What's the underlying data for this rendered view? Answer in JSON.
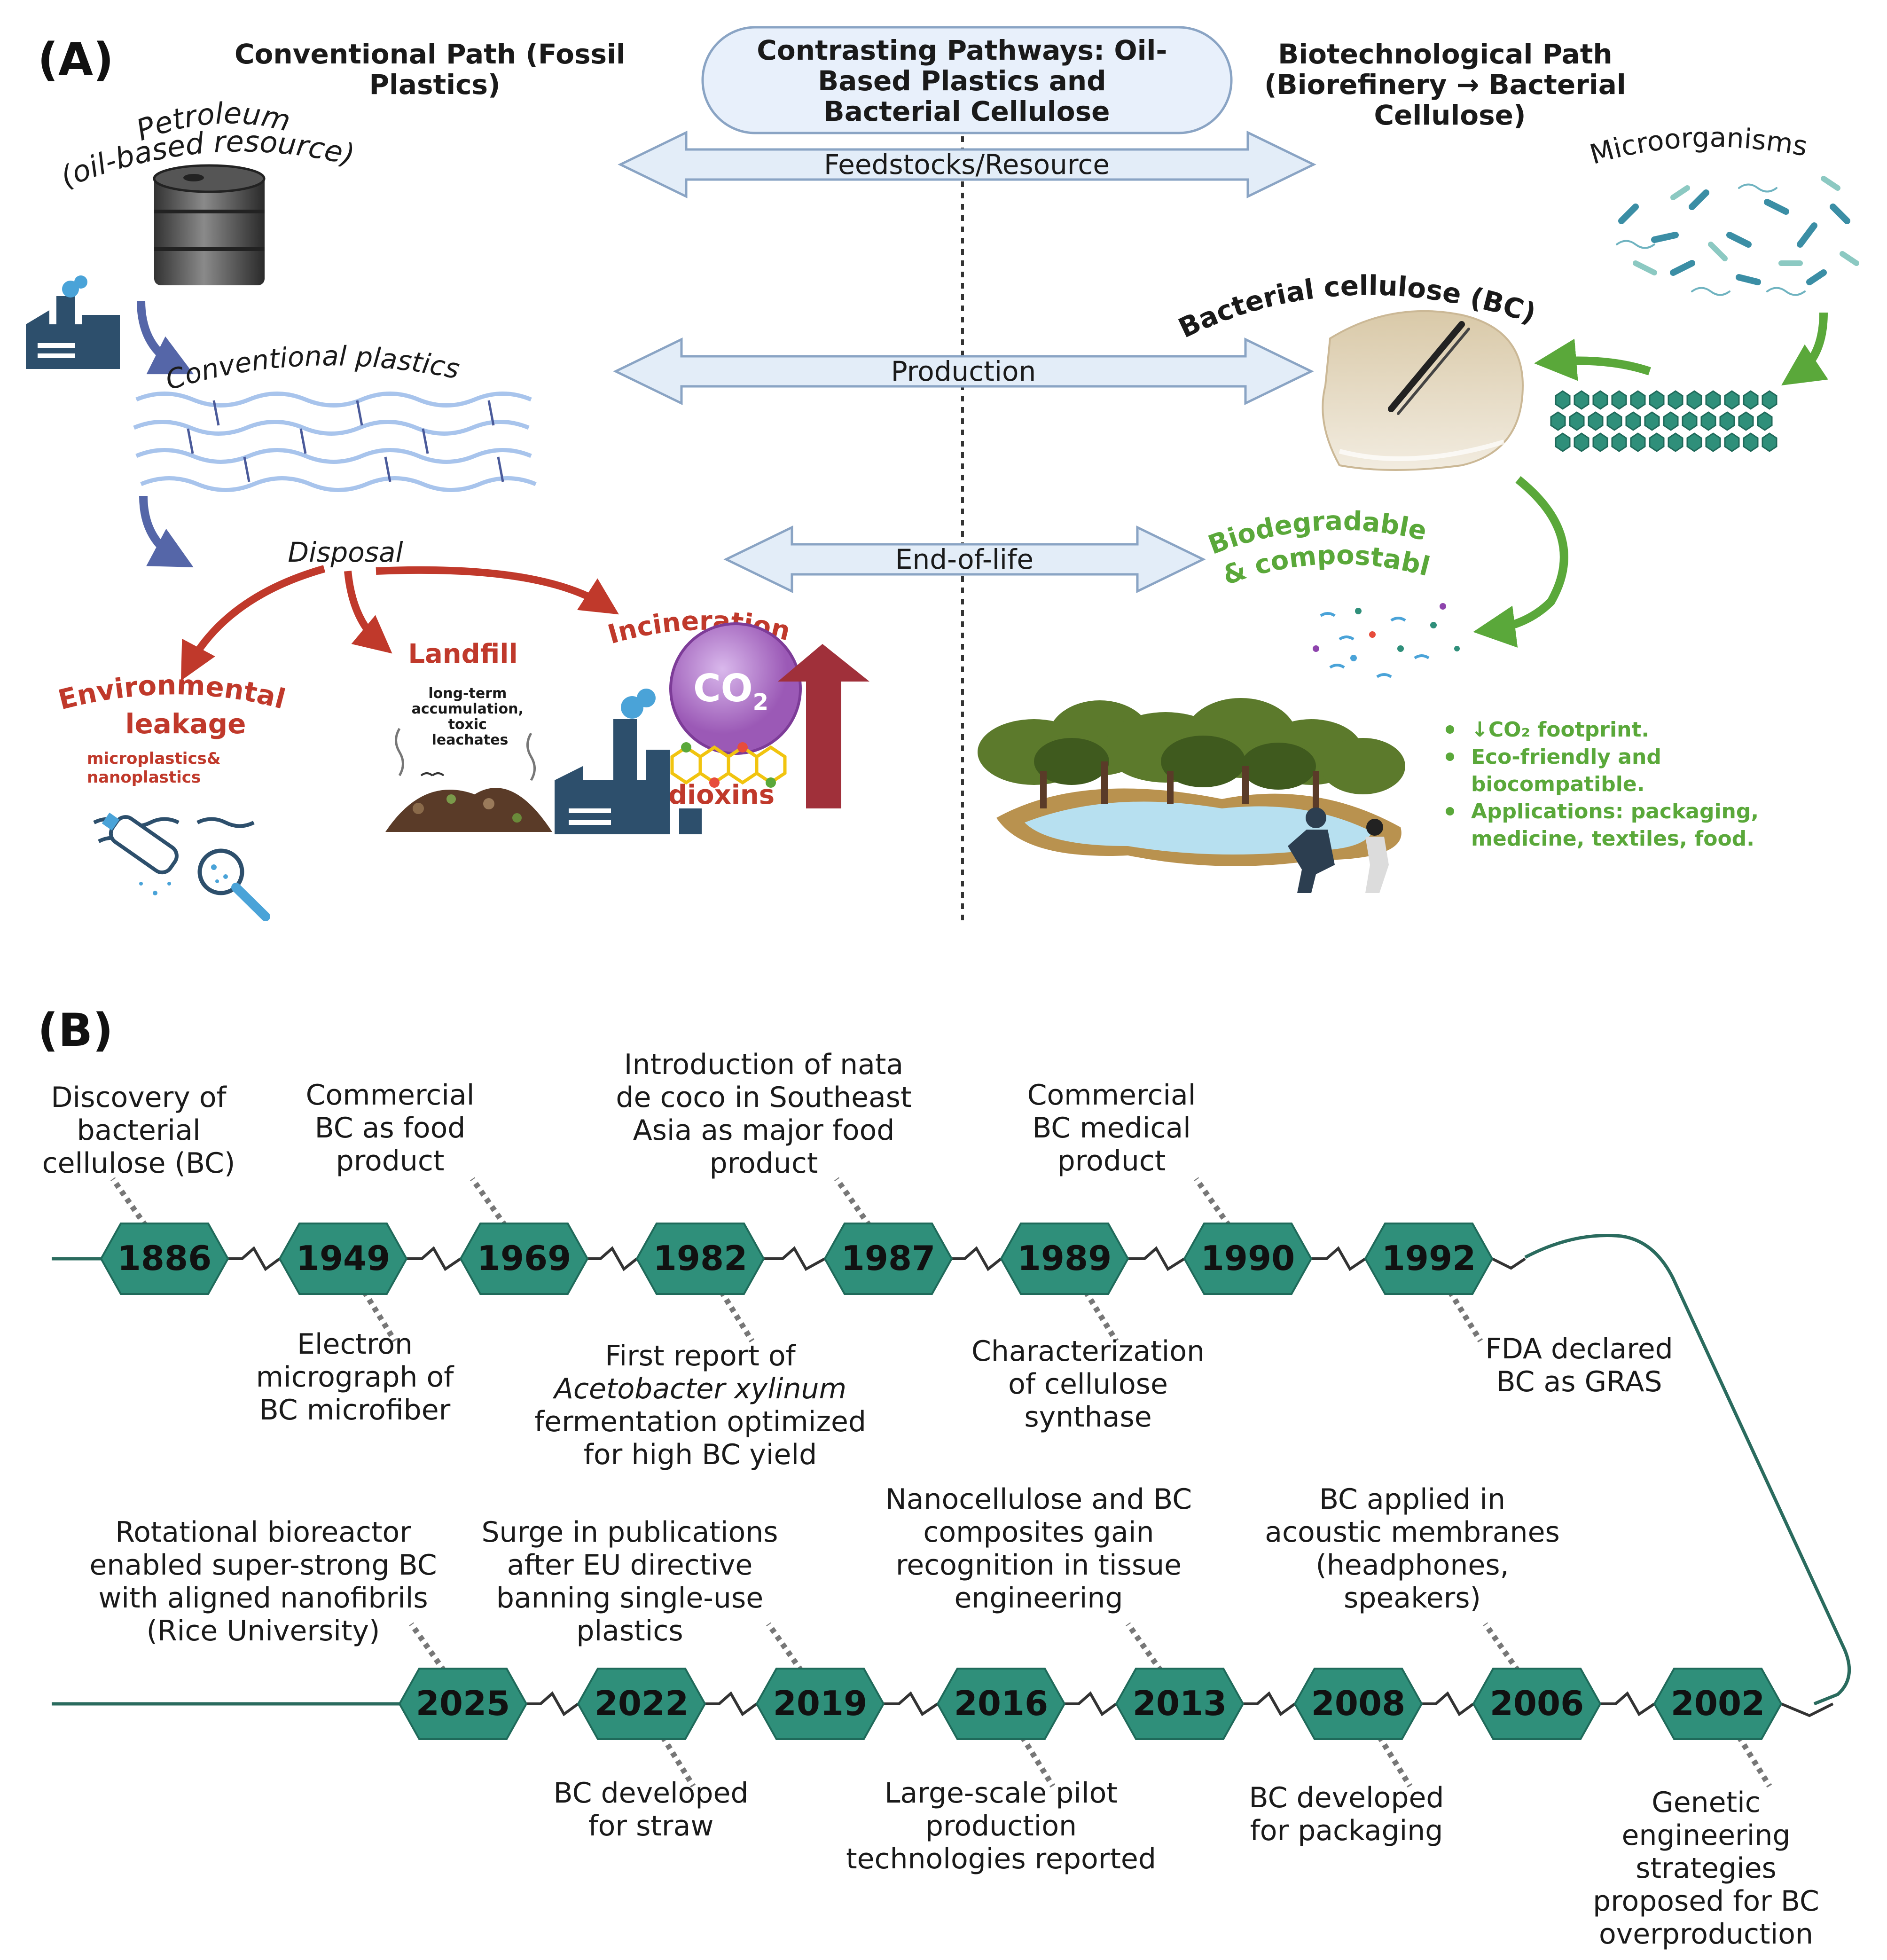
{
  "panelA": {
    "label": "(A)",
    "center_title": [
      "Contrasting Pathways: Oil-",
      "Based Plastics and",
      "Bacterial Cellulose"
    ],
    "left_title": [
      "Conventional Path (Fossil",
      "Plastics)"
    ],
    "right_title": [
      "Biotechnological Path",
      "(Biorefinery → Bacterial",
      "Cellulose)"
    ],
    "arrows": [
      "Feedstocks/Resource",
      "Production",
      "End-of-life"
    ],
    "petroleum": [
      "Petroleum",
      "(oil-based resource)"
    ],
    "conventional_plastics": "Conventional plastics",
    "disposal": "Disposal",
    "environmental_leakage": [
      "Environmental",
      "leakage"
    ],
    "micro_nano": [
      "microplastics&",
      "nanoplastics"
    ],
    "landfill": "Landfill",
    "landfill_desc": [
      "long-term",
      "accumulation,",
      "toxic",
      "leachates"
    ],
    "incineration": "Incineration",
    "co2": "CO",
    "co2_sub": "2",
    "dioxins": "dioxins",
    "microorganisms": "Microorganisms",
    "bc": "Bacterial cellulose (BC)",
    "biodegradable": [
      "Biodegradable",
      "& compostabl"
    ],
    "benefits": [
      "↓CO₂ footprint.",
      "Eco-friendly and",
      "biocompatible.",
      "Applications: packaging,",
      "medicine, textiles, food."
    ],
    "colors": {
      "arrow_fill": "#e3edf8",
      "arrow_stroke": "#8aa4c4",
      "red": "#c0392b",
      "green": "#5aa83a",
      "navy": "#5566a8",
      "teal": "#2f8f7a"
    }
  },
  "panelB": {
    "label": "(B)",
    "top_row": [
      {
        "year": "1886",
        "note": [
          "Discovery of",
          "bacterial",
          "cellulose (BC)"
        ],
        "italic_line": -1
      },
      {
        "year": "1949",
        "note": [
          "Electron",
          "micrograph of",
          "BC microfiber"
        ],
        "italic_line": -1
      },
      {
        "year": "1969",
        "note": [
          "Commercial",
          "BC as food",
          "product"
        ],
        "italic_line": -1
      },
      {
        "year": "1982",
        "note": [
          "First report of",
          "Acetobacter xylinum",
          "fermentation optimized",
          "for high BC yield"
        ],
        "italic_line": 1
      },
      {
        "year": "1987",
        "note": [
          "Introduction of nata",
          "de coco in Southeast",
          "Asia as major food",
          "product"
        ],
        "italic_line": -1
      },
      {
        "year": "1989",
        "note": [
          "Characterization",
          "of cellulose",
          "synthase"
        ],
        "italic_line": -1
      },
      {
        "year": "1990",
        "note": [
          "Commercial",
          "BC medical",
          "product"
        ],
        "italic_line": -1
      },
      {
        "year": "1992",
        "note": [
          "FDA declared",
          "BC as GRAS"
        ],
        "italic_line": -1
      }
    ],
    "bottom_row": [
      {
        "year": "2025",
        "note": [
          "Rotational bioreactor",
          "enabled super-strong BC",
          "with aligned nanofibrils",
          "(Rice University)"
        ],
        "italic_line": -1
      },
      {
        "year": "2022",
        "note": [
          "BC developed",
          "for straw"
        ],
        "italic_line": -1
      },
      {
        "year": "2019",
        "note": [
          "Surge in publications",
          "after EU directive",
          "banning single-use",
          "plastics"
        ],
        "italic_line": -1
      },
      {
        "year": "2016",
        "note": [
          "Large-scale pilot",
          "production",
          "technologies reported"
        ],
        "italic_line": -1
      },
      {
        "year": "2013",
        "note": [
          "Nanocellulose and BC",
          "composites gain",
          "recognition in tissue",
          "engineering"
        ],
        "italic_line": -1
      },
      {
        "year": "2008",
        "note": [
          "BC developed",
          "for packaging"
        ],
        "italic_line": -1
      },
      {
        "year": "2006",
        "note": [
          "BC applied in",
          "acoustic membranes",
          "(headphones,",
          "speakers)"
        ],
        "italic_line": -1
      },
      {
        "year": "2002",
        "note": [
          "Genetic",
          "engineering",
          "strategies",
          "proposed for BC",
          "overproduction"
        ],
        "italic_line": -1
      }
    ],
    "colors": {
      "hex": "#2f8f7a",
      "line": "#2a6b5e",
      "dots": "#777777"
    }
  }
}
